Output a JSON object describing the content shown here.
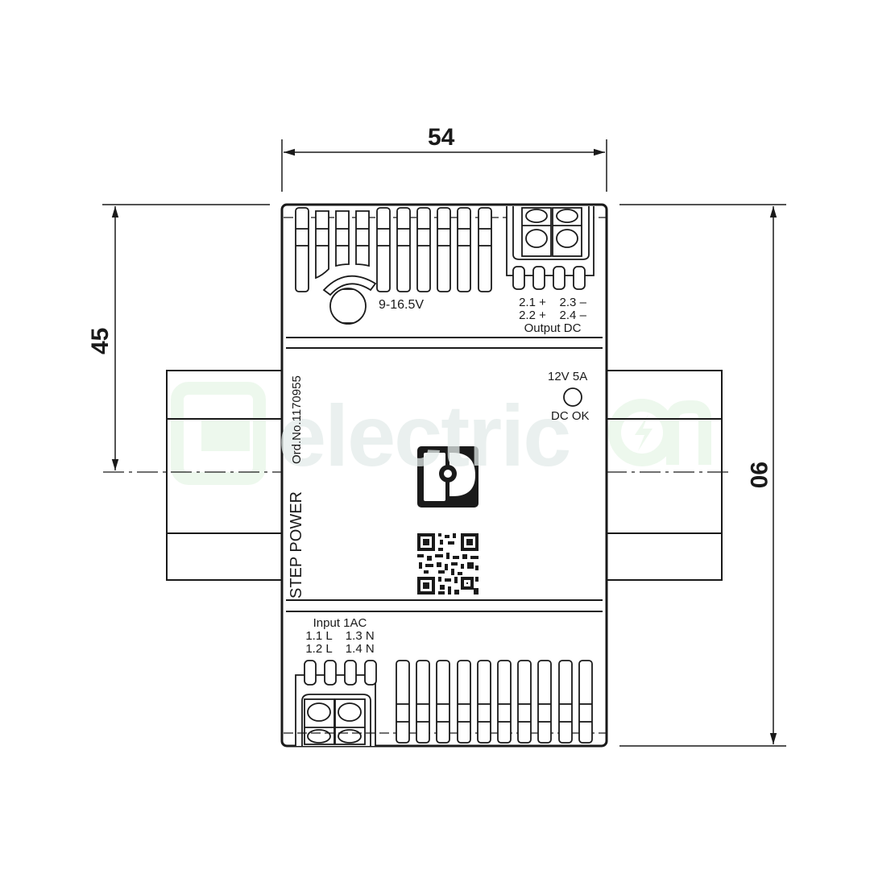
{
  "dimensions": {
    "width": "54",
    "height_to_center": "45",
    "total_height": "90"
  },
  "device": {
    "product_name": "STEP POWER",
    "order_number": "Ord.No.1170955",
    "voltage_adjust": "9-16.5V",
    "rating": "12V 5A",
    "led_label": "DC OK",
    "logo": "phoenix-contact-logo",
    "qr_code": "qr-code"
  },
  "output_terminals": {
    "line1": "2.1 +    2.3 –",
    "line2": "2.2 +    2.4 –",
    "title": "Output DC"
  },
  "input_terminals": {
    "title": "Input 1AC",
    "line1": "1.1 L    1.3 N",
    "line2": "1.2 L    1.4 N"
  },
  "watermark": {
    "text": "electric",
    "suffix": "n"
  },
  "colors": {
    "line": "#1a1a1a",
    "watermark_gray": "#e4ecea",
    "watermark_green": "#e6f6e6"
  }
}
